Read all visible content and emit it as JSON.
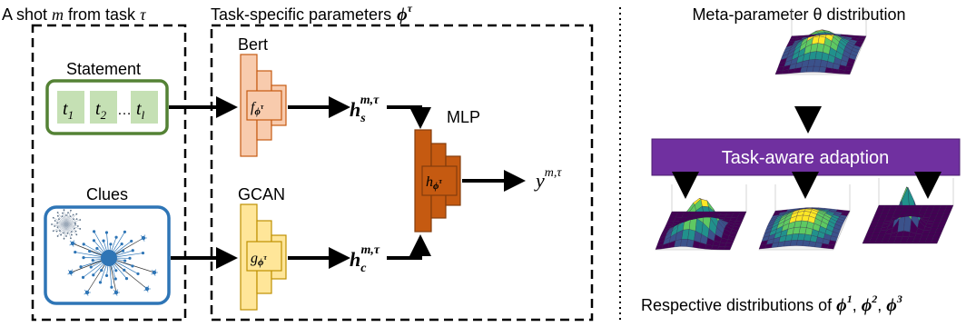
{
  "left_panel": {
    "shot_box_title": "A shot m from task τ",
    "shot_box_title_parts": {
      "prefix": "A shot ",
      "m": "m",
      "middle": " from task ",
      "tau": "τ"
    },
    "statement": {
      "label": "Statement",
      "tokens": [
        {
          "base": "t",
          "sub": "1"
        },
        {
          "base": "t",
          "sub": "2"
        },
        {
          "base": "t",
          "sub": "l"
        }
      ],
      "ellipsis": "…"
    },
    "clues": {
      "label": "Clues"
    },
    "params_box_title": "Task-specific parameters",
    "params_symbol": {
      "base": "ϕ",
      "sup": "τ"
    },
    "bert": {
      "label": "Bert",
      "fn": "f",
      "sub": "ϕ",
      "subsup": "τ"
    },
    "gcan": {
      "label": "GCAN",
      "fn": "g",
      "sub": "ϕ",
      "subsup": "τ"
    },
    "mlp": {
      "label": "MLP",
      "fn": "h",
      "sub": "ϕ",
      "subsup": "τ"
    },
    "h_s": {
      "base": "h",
      "sub": "s",
      "sup": "m,τ"
    },
    "h_c": {
      "base": "h",
      "sub": "c",
      "sup": "m,τ"
    },
    "output": {
      "base": "y",
      "sup": "m,τ"
    }
  },
  "right_panel": {
    "title": "Meta-parameter θ distribution",
    "adaptation_label": "Task-aware adaption",
    "bottom_caption_prefix": "Respective distributions of ",
    "bottom_caption_symbols": [
      {
        "base": "ϕ",
        "sup": "1"
      },
      {
        "base": "ϕ",
        "sup": "2"
      },
      {
        "base": "ϕ",
        "sup": "3"
      }
    ]
  },
  "colors": {
    "statement_border": "#548235",
    "token_fill": "#c5e0b4",
    "clues_border": "#2e75b6",
    "bert_fill": "#f8cbad",
    "bert_stroke": "#c55a11",
    "gcan_fill": "#ffe699",
    "gcan_stroke": "#bf9000",
    "mlp_fill": "#c55a11",
    "mlp_stroke": "#843c0c",
    "adaption_fill": "#7030a0",
    "graph_node": "#2e75b6"
  }
}
